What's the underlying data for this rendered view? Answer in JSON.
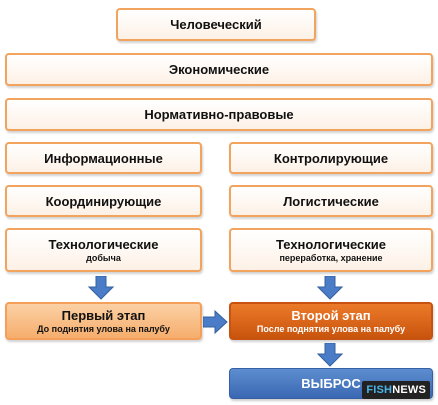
{
  "boxes": {
    "human": "Человеческий",
    "economic": "Экономические",
    "regulatory": "Нормативно-правовые",
    "informational": "Информационные",
    "controlling": "Контролирующие",
    "coordinating": "Координирующие",
    "logistic": "Логистические",
    "tech_left": {
      "title": "Технологические",
      "sub": "добыча"
    },
    "tech_right": {
      "title": "Технологические",
      "sub": "переработка, хранение"
    }
  },
  "stages": {
    "first": {
      "title": "Первый этап",
      "sub": "До поднятия улова на палубу"
    },
    "second": {
      "title": "Второй этап",
      "sub": "После поднятия улова на палубу"
    }
  },
  "discard": {
    "label": "ВЫБРОС"
  },
  "watermark": {
    "part1": "FISH",
    "part2": "NEWS"
  },
  "colors": {
    "box_border": "#f2a35e",
    "stage1_fill": "#f6ad6c",
    "stage2_fill": "#d5621a",
    "discard_fill": "#4679c2",
    "arrow_fill": "#4a7cc7"
  }
}
